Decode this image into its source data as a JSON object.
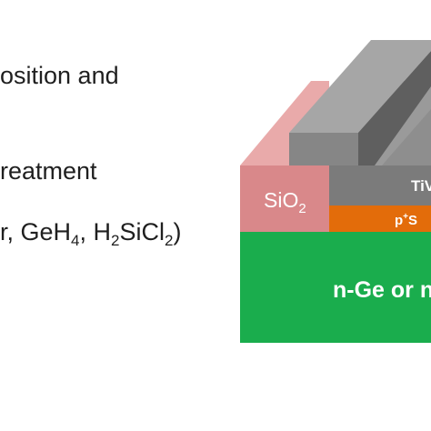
{
  "left_text": {
    "line1": "osition and",
    "line2": "reatment",
    "line3": {
      "p1": "r, GeH",
      "sub1": "4",
      "p2": ", H",
      "sub2": "2",
      "p3": "SiCl",
      "sub3": "2",
      "p4": ")"
    }
  },
  "layers": {
    "sio2": {
      "main": "SiO",
      "sub": "2"
    },
    "tiv": "TiV",
    "psi": {
      "main": "p",
      "sup": "+",
      "rest": "S"
    },
    "substrate": "n-Ge or n"
  },
  "colors": {
    "substrate": "#1aad4d",
    "sio2_front": "#d9888a",
    "sio2_top": "#e9aaaa",
    "metal_front": "#7b7b7b",
    "metal_top": "#9a9a9a",
    "metal_side": "#5f5f5f",
    "p_layer": "#e36c0a",
    "text_dark": "#1f1f1f",
    "text_light": "#ffffff"
  }
}
